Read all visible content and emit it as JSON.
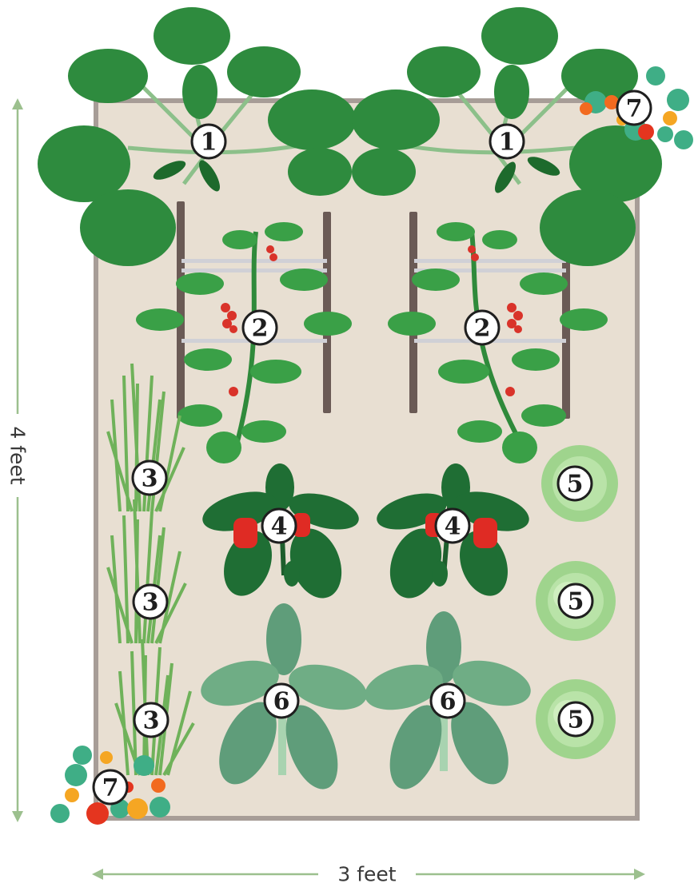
{
  "dimensions": {
    "height_label": "4 feet",
    "width_label": "3 feet"
  },
  "plant_markers": [
    {
      "id": "squash-left",
      "number": "1"
    },
    {
      "id": "squash-right",
      "number": "1"
    },
    {
      "id": "tomato-left",
      "number": "2"
    },
    {
      "id": "tomato-right",
      "number": "2"
    },
    {
      "id": "chives-top",
      "number": "3"
    },
    {
      "id": "chives-middle",
      "number": "3"
    },
    {
      "id": "chives-bottom",
      "number": "3"
    },
    {
      "id": "pepper-left",
      "number": "4"
    },
    {
      "id": "pepper-right",
      "number": "4"
    },
    {
      "id": "lettuce-top",
      "number": "5"
    },
    {
      "id": "lettuce-middle",
      "number": "5"
    },
    {
      "id": "lettuce-bottom",
      "number": "5"
    },
    {
      "id": "kale-left",
      "number": "6"
    },
    {
      "id": "kale-right",
      "number": "6"
    },
    {
      "id": "nasturtium-top-right",
      "number": "7"
    },
    {
      "id": "nasturtium-bottom-left",
      "number": "7"
    }
  ],
  "colors": {
    "bed_fill": "#e8dfd2",
    "bed_border": "#a79d97",
    "squash_leaf": "#2e8b3e",
    "tomato_leaf": "#3aa047",
    "tomato_fruit": "#d9332a",
    "chive": "#6fb25a",
    "pepper_leaf": "#1f6e34",
    "pepper_fruit": "#df2b24",
    "lettuce": "#9fd48d",
    "kale": "#5f9d7a",
    "nasturtium_leaf": "#3fae86",
    "nasturtium_flower": "#f26a1f",
    "stake": "#6a5a55",
    "dimension_arrow": "#9cc08e"
  }
}
